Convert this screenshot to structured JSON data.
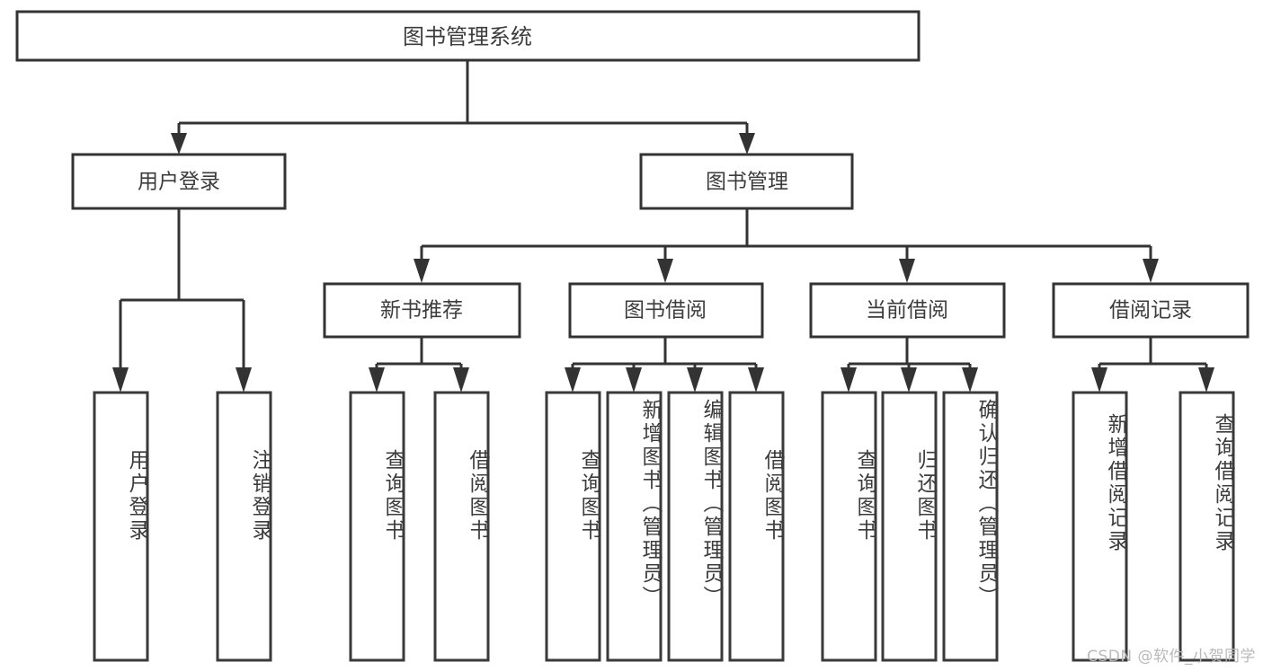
{
  "diagram": {
    "type": "tree-flowchart",
    "title": "图书管理系统",
    "root": {
      "label": "图书管理系统"
    },
    "level2": [
      {
        "label": "用户登录"
      },
      {
        "label": "图书管理"
      }
    ],
    "level3": [
      {
        "label": "新书推荐"
      },
      {
        "label": "图书借阅"
      },
      {
        "label": "当前借阅"
      },
      {
        "label": "借阅记录"
      }
    ],
    "leaves": {
      "user_login": [
        {
          "label": "用户登录"
        },
        {
          "label": "注销登录"
        }
      ],
      "new_book_recommend": [
        {
          "label": "查询图书"
        },
        {
          "label": "借阅图书"
        }
      ],
      "book_borrow": [
        {
          "label": "查询图书"
        },
        {
          "label": "新增图书（管理员）"
        },
        {
          "label": "编辑图书（管理员）"
        },
        {
          "label": "借阅图书"
        }
      ],
      "current_borrow": [
        {
          "label": "查询图书"
        },
        {
          "label": "归还图书"
        },
        {
          "label": "确认归还（管理员）"
        }
      ],
      "borrow_record": [
        {
          "label": "新增借阅记录"
        },
        {
          "label": "查询借阅记录"
        }
      ]
    }
  },
  "watermark": {
    "text": "CSDN @软件_小贺同学"
  },
  "colors": {
    "stroke": "#333333",
    "text": "#3c3c3c",
    "background": "#ffffff",
    "watermark": "#b9b9b9"
  }
}
